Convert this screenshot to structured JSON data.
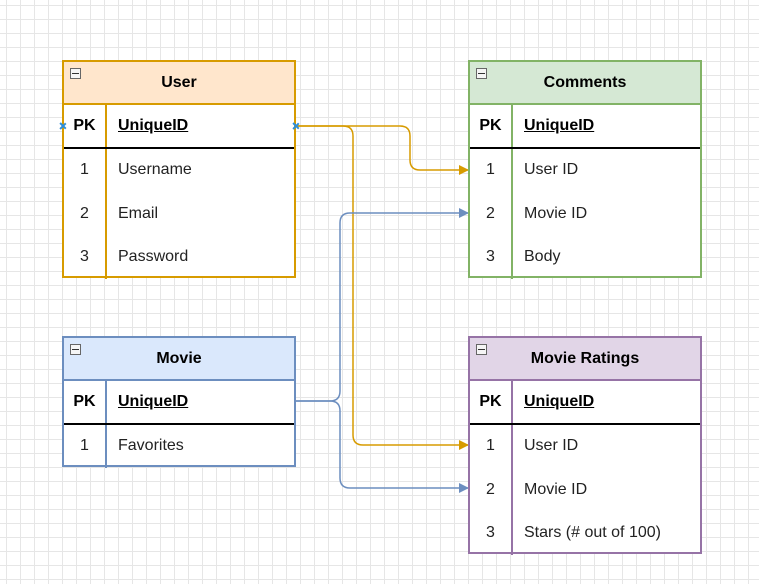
{
  "colors": {
    "user": "#d79b00",
    "comments": "#82b366",
    "movie": "#6c8ebf",
    "ratings": "#9673a6"
  },
  "tables": {
    "user": {
      "title": "User",
      "pk": {
        "key": "PK",
        "field": "UniqueID"
      },
      "rows": [
        {
          "key": "1",
          "field": "Username"
        },
        {
          "key": "2",
          "field": "Email"
        },
        {
          "key": "3",
          "field": "Password"
        }
      ]
    },
    "comments": {
      "title": "Comments",
      "pk": {
        "key": "PK",
        "field": "UniqueID"
      },
      "rows": [
        {
          "key": "1",
          "field": "User ID"
        },
        {
          "key": "2",
          "field": "Movie ID"
        },
        {
          "key": "3",
          "field": "Body"
        }
      ]
    },
    "movie": {
      "title": "Movie",
      "pk": {
        "key": "PK",
        "field": "UniqueID"
      },
      "rows": [
        {
          "key": "1",
          "field": "Favorites"
        }
      ]
    },
    "ratings": {
      "title": "Movie Ratings",
      "pk": {
        "key": "PK",
        "field": "UniqueID"
      },
      "rows": [
        {
          "key": "1",
          "field": "User ID"
        },
        {
          "key": "2",
          "field": "Movie ID"
        },
        {
          "key": "3",
          "field": "Stars (# out of 100)"
        }
      ]
    }
  },
  "relations": [
    {
      "from": "User.UniqueID",
      "to": "Comments.User ID",
      "color": "#d79b00"
    },
    {
      "from": "User.UniqueID",
      "to": "Movie Ratings.User ID",
      "color": "#d79b00"
    },
    {
      "from": "Movie.UniqueID",
      "to": "Comments.Movie ID",
      "color": "#6c8ebf"
    },
    {
      "from": "Movie.UniqueID",
      "to": "Movie Ratings.Movie ID",
      "color": "#6c8ebf"
    }
  ]
}
